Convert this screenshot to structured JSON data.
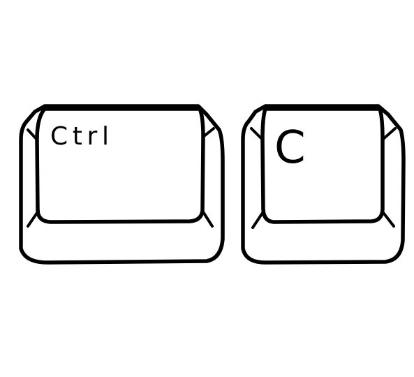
{
  "keys": [
    {
      "name": "ctrl-key",
      "label": "Ctrl"
    },
    {
      "name": "c-key",
      "label": "C"
    }
  ],
  "colors": {
    "outline": "#000000",
    "background": "#ffffff"
  }
}
